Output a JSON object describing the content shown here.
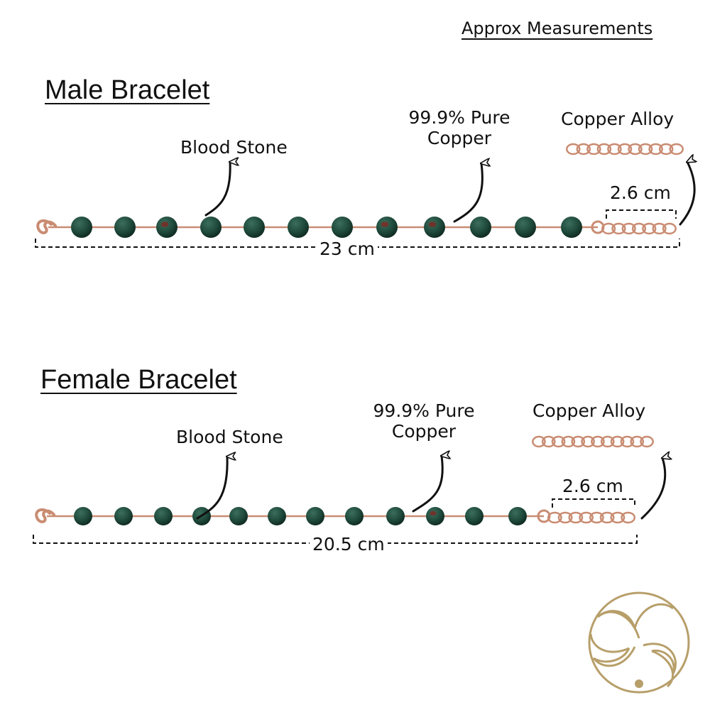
{
  "approx_measurements": "Approx Measurements",
  "male": {
    "heading": "Male Bracelet",
    "bead_label": "Blood Stone",
    "wire_label_line1": "99.9% Pure",
    "wire_label_line2": "Copper",
    "extender_label": "Copper Alloy",
    "extender_length": "2.6 cm",
    "total_length": "23 cm"
  },
  "female": {
    "heading": "Female Bracelet",
    "bead_label": "Blood Stone",
    "wire_label_line1": "99.9% Pure",
    "wire_label_line2": "Copper",
    "extender_label": "Copper Alloy",
    "extender_length": "2.6 cm",
    "total_length": "20.5 cm"
  },
  "colors": {
    "bead_green": "#1f4a3c",
    "bead_highlight": "#3c6e5c",
    "bead_red_spot": "#7a2a22",
    "copper": "#c98c72",
    "logo_gold": "#b79f6a"
  },
  "icons": {
    "clasp": "s-hook-clasp-icon",
    "logo": "triskele-logo-icon"
  }
}
